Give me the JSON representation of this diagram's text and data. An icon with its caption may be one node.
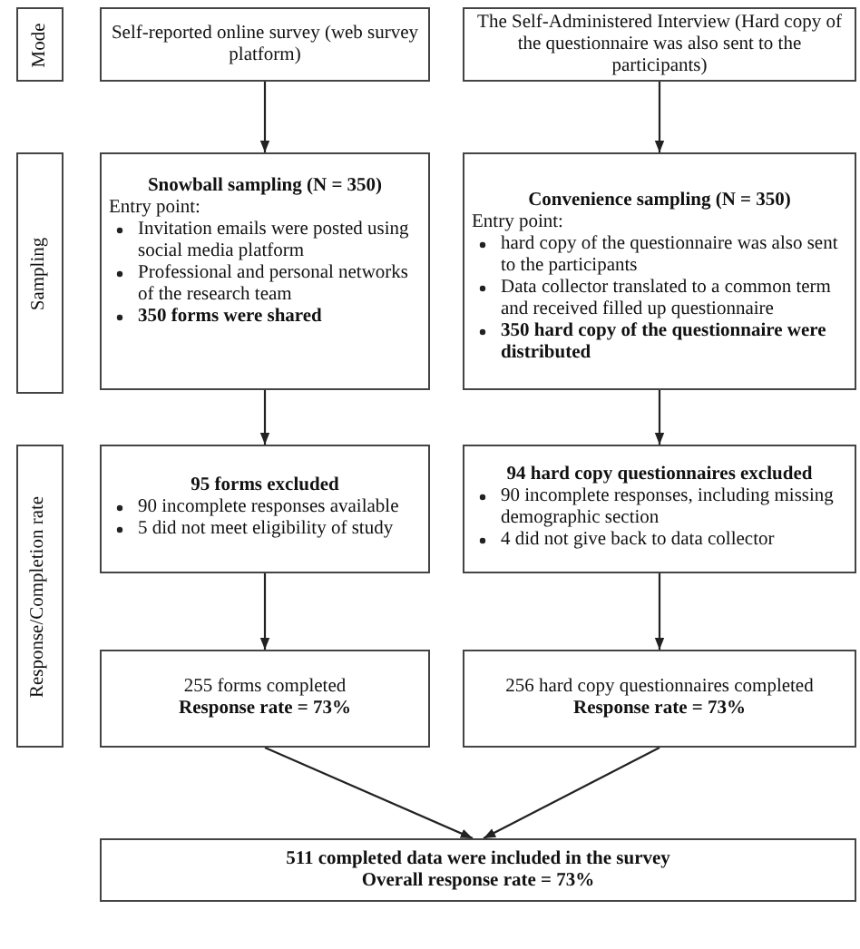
{
  "diagram": {
    "nodes": [
      {
        "text": [
          "Mode"
        ]
      },
      {
        "text": [
          "Sampling"
        ]
      },
      {
        "text": [
          "Response/Completion rate"
        ]
      },
      {
        "text": [
          "Self-reported online survey (web survey platform)"
        ]
      },
      {
        "text": [
          "The Self-Administered Interview (Hard copy of the questionnaire was also sent to the participants)"
        ]
      },
      {
        "text": [
          "Snowball sampling (N = 350)",
          "Entry point:",
          "Invitation emails were posted using social media platform",
          "Professional and personal networks of the research team",
          "350 forms were shared"
        ]
      },
      {
        "text": [
          "Convenience  sampling (N = 350)",
          "Entry point:",
          "hard copy of the questionnaire was also sent to the participants",
          "Data collector translated to a common term and received filled up questionnaire",
          "350 hard copy of the questionnaire were distributed"
        ]
      },
      {
        "text": [
          "95 forms excluded",
          "90 incomplete responses available",
          "5 did not meet eligibility of study"
        ]
      },
      {
        "text": [
          "94 hard copy questionnaires excluded",
          "90 incomplete responses, including missing demographic section",
          "4 did not give back to data collector"
        ]
      },
      {
        "text": [
          "255 forms completed",
          "Response rate = 73%"
        ]
      },
      {
        "text": [
          "256 hard copy questionnaires completed",
          "Response rate = 73%"
        ]
      },
      {
        "text": [
          "511 completed data were included in the survey",
          "Overall response rate = 73%"
        ]
      }
    ],
    "edges": [
      {
        "from": 3,
        "to": 5,
        "arrow": "to"
      },
      {
        "from": 4,
        "to": 6,
        "arrow": "to"
      },
      {
        "from": 5,
        "to": 7,
        "arrow": "to"
      },
      {
        "from": 6,
        "to": 8,
        "arrow": "to"
      },
      {
        "from": 7,
        "to": 9,
        "arrow": "to"
      },
      {
        "from": 8,
        "to": 10,
        "arrow": "to"
      },
      {
        "from": 9,
        "to": 11,
        "arrow": "to"
      },
      {
        "from": 10,
        "to": 11,
        "arrow": "to"
      }
    ]
  }
}
